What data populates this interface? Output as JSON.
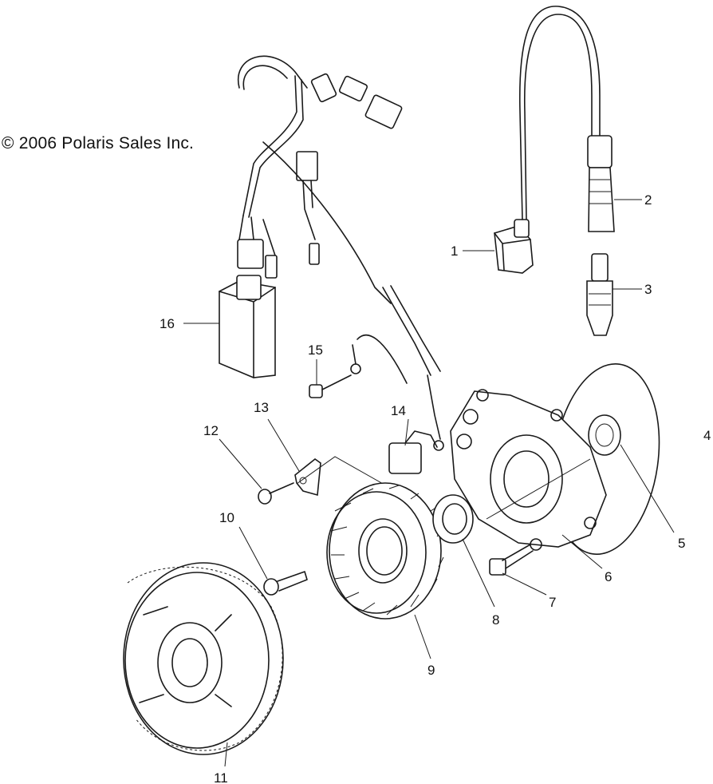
{
  "copyright": "© 2006 Polaris Sales Inc.",
  "callouts": [
    "1",
    "2",
    "3",
    "4",
    "5",
    "6",
    "7",
    "8",
    "9",
    "10",
    "11",
    "12",
    "13",
    "14",
    "15",
    "16"
  ]
}
